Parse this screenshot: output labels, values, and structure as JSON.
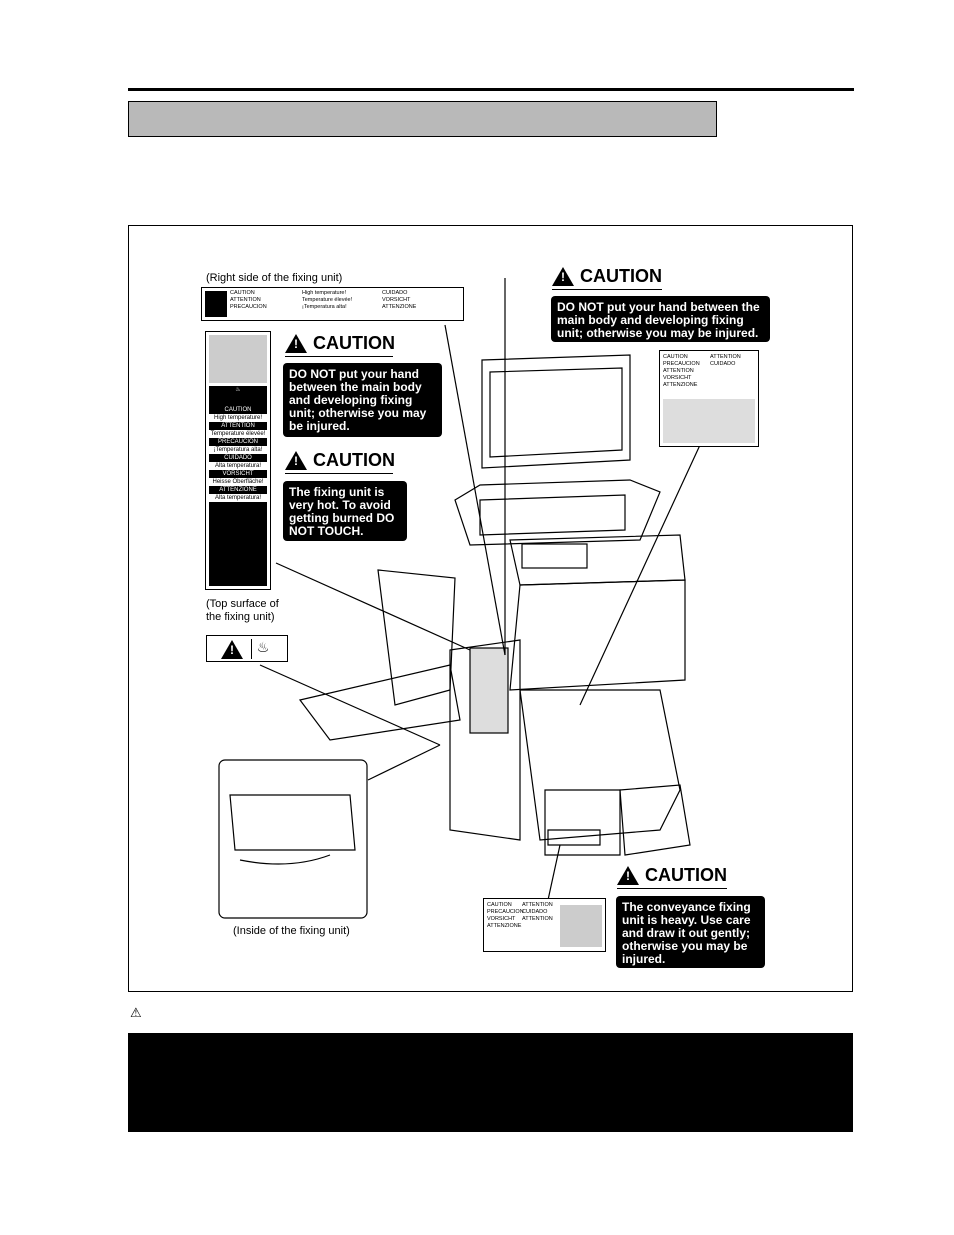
{
  "labels": {
    "right_side": "(Right side of the fixing unit)",
    "top_surface": "(Top surface of the fixing unit)",
    "inside": "(Inside of the fixing unit)"
  },
  "cautions": [
    {
      "heading": "CAUTION",
      "text": "DO NOT put your hand between the main body and developing fixing unit; otherwise you may be injured."
    },
    {
      "heading": "CAUTION",
      "text": "DO NOT put your hand between the main body and developing fixing unit; otherwise you may be injured."
    },
    {
      "heading": "CAUTION",
      "text": "The fixing unit is very hot. To avoid getting burned DO NOT TOUCH."
    },
    {
      "heading": "CAUTION",
      "text": "The conveyance fixing unit is heavy. Use care and draw it out gently; otherwise you may be injured."
    }
  ],
  "sticker_text": {
    "caution": "CAUTION",
    "attention": "ATTENTION",
    "precaucion": "PRECAUCION",
    "cuidado": "CUIDADO",
    "vorsicht": "VORSICHT",
    "attenzione": "ATTENZIONE",
    "high_temp": "High temperature!",
    "temp_fr": "Temperature élevée!",
    "temp_es": "¡Temperatura alta!",
    "temp_de": "Heisse Oberfläche!",
    "temp_it": "Alta temperatura!"
  },
  "colors": {
    "band": "#b9b9b9",
    "caution_bg": "#000000"
  }
}
